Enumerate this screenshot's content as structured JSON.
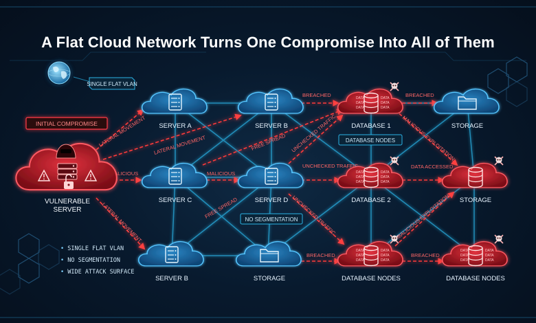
{
  "title": "A Flat Cloud Network Turns One Compromise Into All of Them",
  "tags": {
    "single_flat_vlan": "SINGLE FLAT VLAN",
    "initial_compromise": "INITIAL COMPROMISE",
    "database_nodes": "DATABASE NODES",
    "no_segmentation": "NO SEGMENTATION"
  },
  "nodes": {
    "vulnerable_server": "VULNERABLE SERVER",
    "server_a": "SERVER A",
    "server_b_top": "SERVER B",
    "database_1": "DATABASE 1",
    "storage_top": "STORAGE",
    "server_c": "SERVER C",
    "server_d": "SERVER D",
    "database_2": "DATABASE 2",
    "storage_mid": "STORAGE",
    "server_b_bottom": "SERVER B",
    "storage_bottom": "STORAGE",
    "database_nodes_1": "DATABASE NODES",
    "database_nodes_2": "DATABASE NODES"
  },
  "edge_labels": {
    "lateral_movement_1": "LATERAL MOVEMENT",
    "lateral_movement_2": "LATERAL MOVEMENT",
    "lateral_movement_3": "LATERAL MOVEMENT",
    "malicious_1": "MALICIOUS",
    "malicious_2": "MALICIOUS",
    "free_spread_1": "FREE SPREAD",
    "free_spread_2": "FREE SPREAD",
    "unchecked_traffic_1": "UNCHECKED TRAFFIC",
    "unchecked_traffic_2": "UNCHECKED TRAFFIC",
    "unchecked_traffic_3": "UNCHECKED TRAFFIC",
    "breached_1": "BREACHED",
    "breached_2": "BREACHED",
    "breached_3": "BREACHED",
    "breached_4": "BREACHED",
    "malicious_exploitation_1": "MALICIOUS EXPLOITATION",
    "malicious_exploitation_2": "MALICIOUS EXPLOITATION",
    "data_accessed": "DATA ACCESSED"
  },
  "db_data_label": "DATA",
  "bullets": [
    "SINGLE FLAT VLAN",
    "NO SEGMENTATION",
    "WIDE ATTACK SURFACE"
  ],
  "colors": {
    "background": "#081a2e",
    "blue_node": "#1e6fa8",
    "blue_glow": "#39b6ff",
    "red_node": "#b3202c",
    "red_glow": "#ff3b46",
    "link_blue": "#2bb3e6",
    "link_red": "#ff3b3b"
  },
  "icons": {
    "globe": "globe-icon",
    "hacker": "hacker-icon",
    "warning": "warning-icon",
    "padlock": "open-padlock-icon",
    "server": "server-icon",
    "database": "database-icon",
    "folder": "folder-icon",
    "skull": "skull-crossbones-icon"
  }
}
